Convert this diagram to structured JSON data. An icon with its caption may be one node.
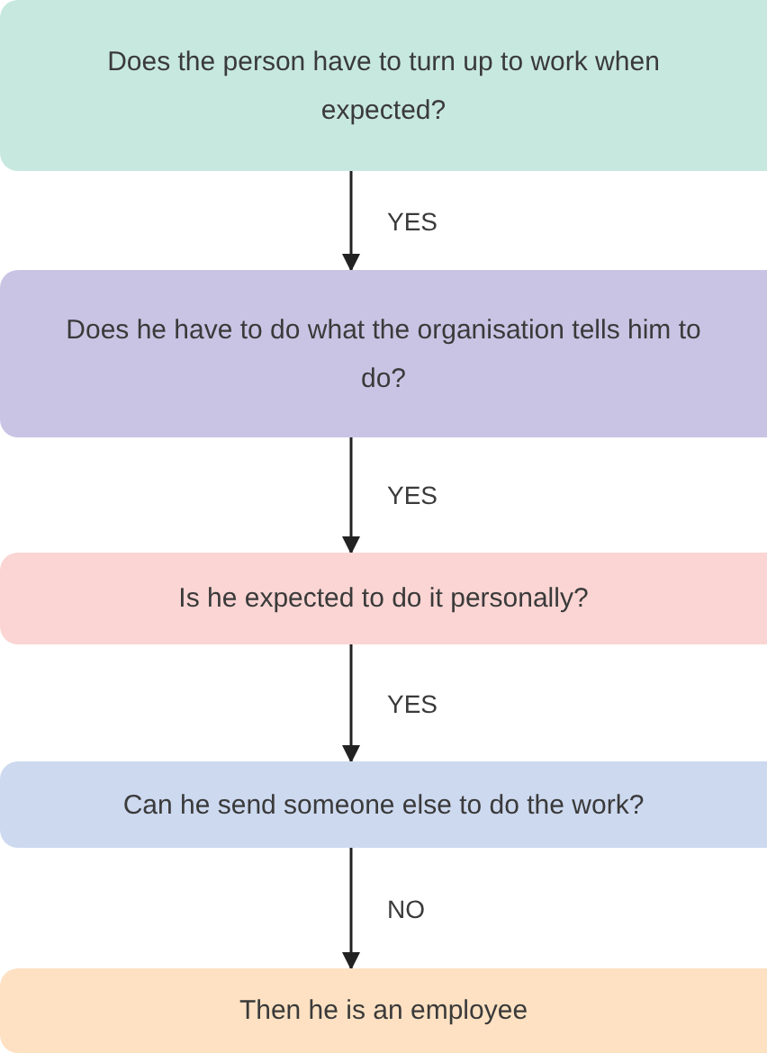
{
  "diagram": {
    "nodes": [
      {
        "text": [
          "Does the person have to turn up to work when expected?"
        ]
      },
      {
        "text": [
          "Does he have to do what the organisation tells him to do?"
        ]
      },
      {
        "text": [
          "Is he expected to do it personally?"
        ]
      },
      {
        "text": [
          "Can he send someone else to do the work?"
        ]
      },
      {
        "text": [
          "Then he is an employee"
        ]
      }
    ],
    "edges": [
      {
        "from": 0,
        "to": 1,
        "arrow": "to",
        "label": "YES"
      },
      {
        "from": 1,
        "to": 2,
        "arrow": "to",
        "label": "YES"
      },
      {
        "from": 2,
        "to": 3,
        "arrow": "to",
        "label": "YES"
      },
      {
        "from": 3,
        "to": 4,
        "arrow": "to",
        "label": "NO"
      }
    ]
  }
}
